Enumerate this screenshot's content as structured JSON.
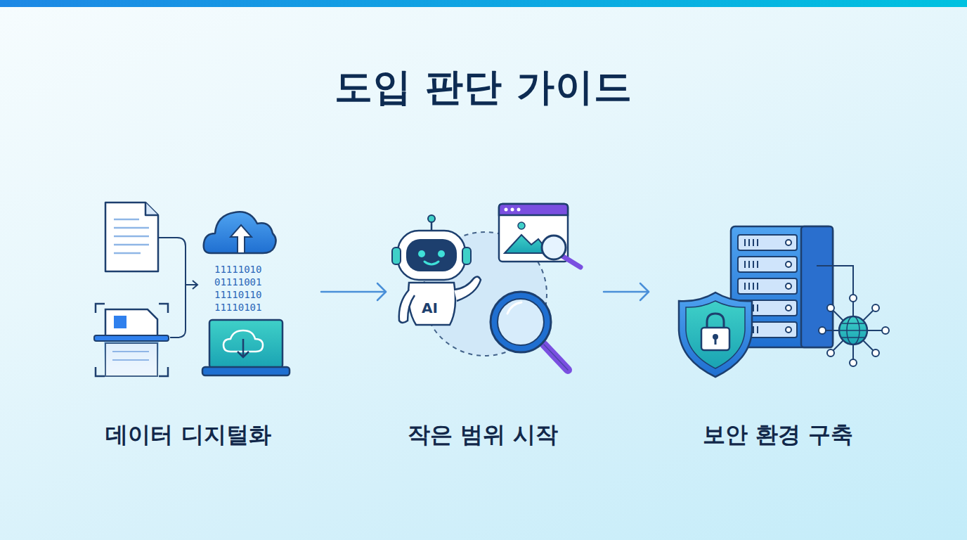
{
  "diagram": {
    "title": "도입 판단 가이드",
    "nodes": [
      {
        "text": [
          "데이터 디지털화"
        ]
      },
      {
        "text": [
          "작은 범위 시작"
        ]
      },
      {
        "text": [
          "보안 환경 구축"
        ]
      }
    ],
    "edges": [
      {
        "from": 0,
        "to": 1,
        "arrow": "to"
      },
      {
        "from": 1,
        "to": 2,
        "arrow": "to"
      }
    ],
    "labels": [
      "11111010",
      "01111001",
      "11110110",
      "11110101",
      "AI"
    ]
  }
}
